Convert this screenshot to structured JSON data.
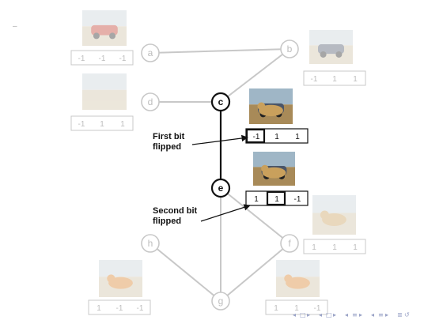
{
  "corner_mark": "–",
  "colors": {
    "faded": "#c8c8c8",
    "faded_text": "#bdbdbd",
    "active": "#111111",
    "thumb_fill": "#e8e8e8",
    "thumb_fill_active": "#8a7a5a"
  },
  "nodes": [
    {
      "id": "a",
      "label": "a",
      "active": false
    },
    {
      "id": "b",
      "label": "b",
      "active": false
    },
    {
      "id": "c",
      "label": "c",
      "active": true
    },
    {
      "id": "d",
      "label": "d",
      "active": false
    },
    {
      "id": "e",
      "label": "e",
      "active": true
    },
    {
      "id": "f",
      "label": "f",
      "active": false
    },
    {
      "id": "g",
      "label": "g",
      "active": false
    },
    {
      "id": "h",
      "label": "h",
      "active": false
    }
  ],
  "edges": [
    {
      "from": "a",
      "to": "b",
      "active": false
    },
    {
      "from": "b",
      "to": "c",
      "active": false
    },
    {
      "from": "d",
      "to": "c",
      "active": false
    },
    {
      "from": "c",
      "to": "e",
      "active": true
    },
    {
      "from": "e",
      "to": "f",
      "active": false
    },
    {
      "from": "e",
      "to": "g",
      "active": false
    },
    {
      "from": "h",
      "to": "g",
      "active": false
    },
    {
      "from": "f",
      "to": "g",
      "active": false
    }
  ],
  "codes": [
    {
      "node": "a",
      "bits": [
        "-1",
        "-1",
        "-1"
      ],
      "active": false,
      "highlight": -1
    },
    {
      "node": "b",
      "bits": [
        "-1",
        "1",
        "1"
      ],
      "active": false,
      "highlight": -1
    },
    {
      "node": "d",
      "bits": [
        "-1",
        "1",
        "1"
      ],
      "active": false,
      "highlight": -1
    },
    {
      "node": "c",
      "bits": [
        "-1",
        "1",
        "1"
      ],
      "active": true,
      "highlight": 0
    },
    {
      "node": "e",
      "bits": [
        "1",
        "1",
        "-1"
      ],
      "active": true,
      "highlight": 1
    },
    {
      "node": "f",
      "bits": [
        "1",
        "1",
        "1"
      ],
      "active": false,
      "highlight": -1
    },
    {
      "node": "h",
      "bits": [
        "1",
        "-1",
        "-1"
      ],
      "active": false,
      "highlight": -1
    },
    {
      "node": "g",
      "bits": [
        "1",
        "1",
        "-1"
      ],
      "active": false,
      "highlight": -1
    }
  ],
  "thumbnails": [
    {
      "node": "a",
      "subject": "red-car-photo",
      "active": false
    },
    {
      "node": "b",
      "subject": "dark-car-photo",
      "active": false
    },
    {
      "node": "d",
      "subject": "suv-on-dirt-road-photo",
      "active": false
    },
    {
      "node": "c",
      "subject": "lions-near-car-photo",
      "active": true
    },
    {
      "node": "e",
      "subject": "cheetah-and-car-photo",
      "active": true
    },
    {
      "node": "f",
      "subject": "cheetah-photo",
      "active": false
    },
    {
      "node": "h",
      "subject": "tiger-lying-photo",
      "active": false
    },
    {
      "node": "g",
      "subject": "tiger-face-photo",
      "active": false
    }
  ],
  "annotations": [
    {
      "lines": [
        "First bit",
        "flipped"
      ],
      "points_to": "c"
    },
    {
      "lines": [
        "Second bit",
        "flipped"
      ],
      "points_to": "e"
    }
  ],
  "nav_glyphs": [
    "◂",
    "□",
    "▸",
    "◂",
    "□",
    "▸",
    "◂",
    "≡",
    "▸",
    "◂",
    "≡",
    "▸",
    "≣",
    "↺"
  ]
}
